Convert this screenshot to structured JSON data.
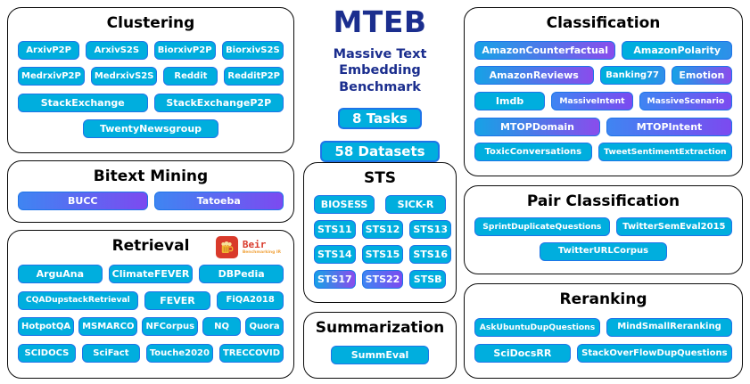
{
  "header": {
    "title": "MTEB",
    "subtitle_line1": "Massive Text",
    "subtitle_line2": "Embedding Benchmark",
    "tasks_badge": "8 Tasks",
    "datasets_badge": "58 Datasets"
  },
  "colors": {
    "pill_cyan": "#00aede",
    "pill_border_blue": "#1e74e8",
    "gradient_blue": "#3f85f2",
    "gradient_purple": "#7c4af0",
    "title_navy": "#1b2e8e",
    "panel_border": "#0a0a0a",
    "beir_red": "#d93a2b",
    "beir_orange": "#f0a23c"
  },
  "sections": {
    "clustering": {
      "title": "Clustering",
      "items": [
        "ArxivP2P",
        "ArxivS2S",
        "BiorxivP2P",
        "BiorxivS2S",
        "MedrxivP2P",
        "MedrxivS2S",
        "Reddit",
        "RedditP2P",
        "StackExchange",
        "StackExchangeP2P",
        "TwentyNewsgroup"
      ]
    },
    "bitext_mining": {
      "title": "Bitext Mining",
      "items": [
        "BUCC",
        "Tatoeba"
      ]
    },
    "retrieval": {
      "title": "Retrieval",
      "logo_text": "Beir",
      "logo_subtext": "Benchmarking IR",
      "items": [
        "ArguAna",
        "ClimateFEVER",
        "DBPedia",
        "CQADupstackRetrieval",
        "FEVER",
        "FiQA2018",
        "HotpotQA",
        "MSMARCO",
        "NFCorpus",
        "NQ",
        "Quora",
        "SCIDOCS",
        "SciFact",
        "Touche2020",
        "TRECCOVID"
      ]
    },
    "sts": {
      "title": "STS",
      "items": [
        "BIOSESS",
        "SICK-R",
        "STS11",
        "STS12",
        "STS13",
        "STS14",
        "STS15",
        "STS16",
        "STS17",
        "STS22",
        "STSB"
      ]
    },
    "summarization": {
      "title": "Summarization",
      "items": [
        "SummEval"
      ]
    },
    "classification": {
      "title": "Classification",
      "items": [
        "AmazonCounterfactual",
        "AmazonPolarity",
        "AmazonReviews",
        "Banking77",
        "Emotion",
        "Imdb",
        "MassiveIntent",
        "MassiveScenario",
        "MTOPDomain",
        "MTOPIntent",
        "ToxicConversations",
        "TweetSentimentExtraction"
      ]
    },
    "pair_classification": {
      "title": "Pair Classification",
      "items": [
        "SprintDuplicateQuestions",
        "TwitterSemEval2015",
        "TwitterURLCorpus"
      ]
    },
    "reranking": {
      "title": "Reranking",
      "items": [
        "AskUbuntuDupQuestions",
        "MindSmallReranking",
        "SciDocsRR",
        "StackOverFlowDupQuestions"
      ]
    }
  }
}
